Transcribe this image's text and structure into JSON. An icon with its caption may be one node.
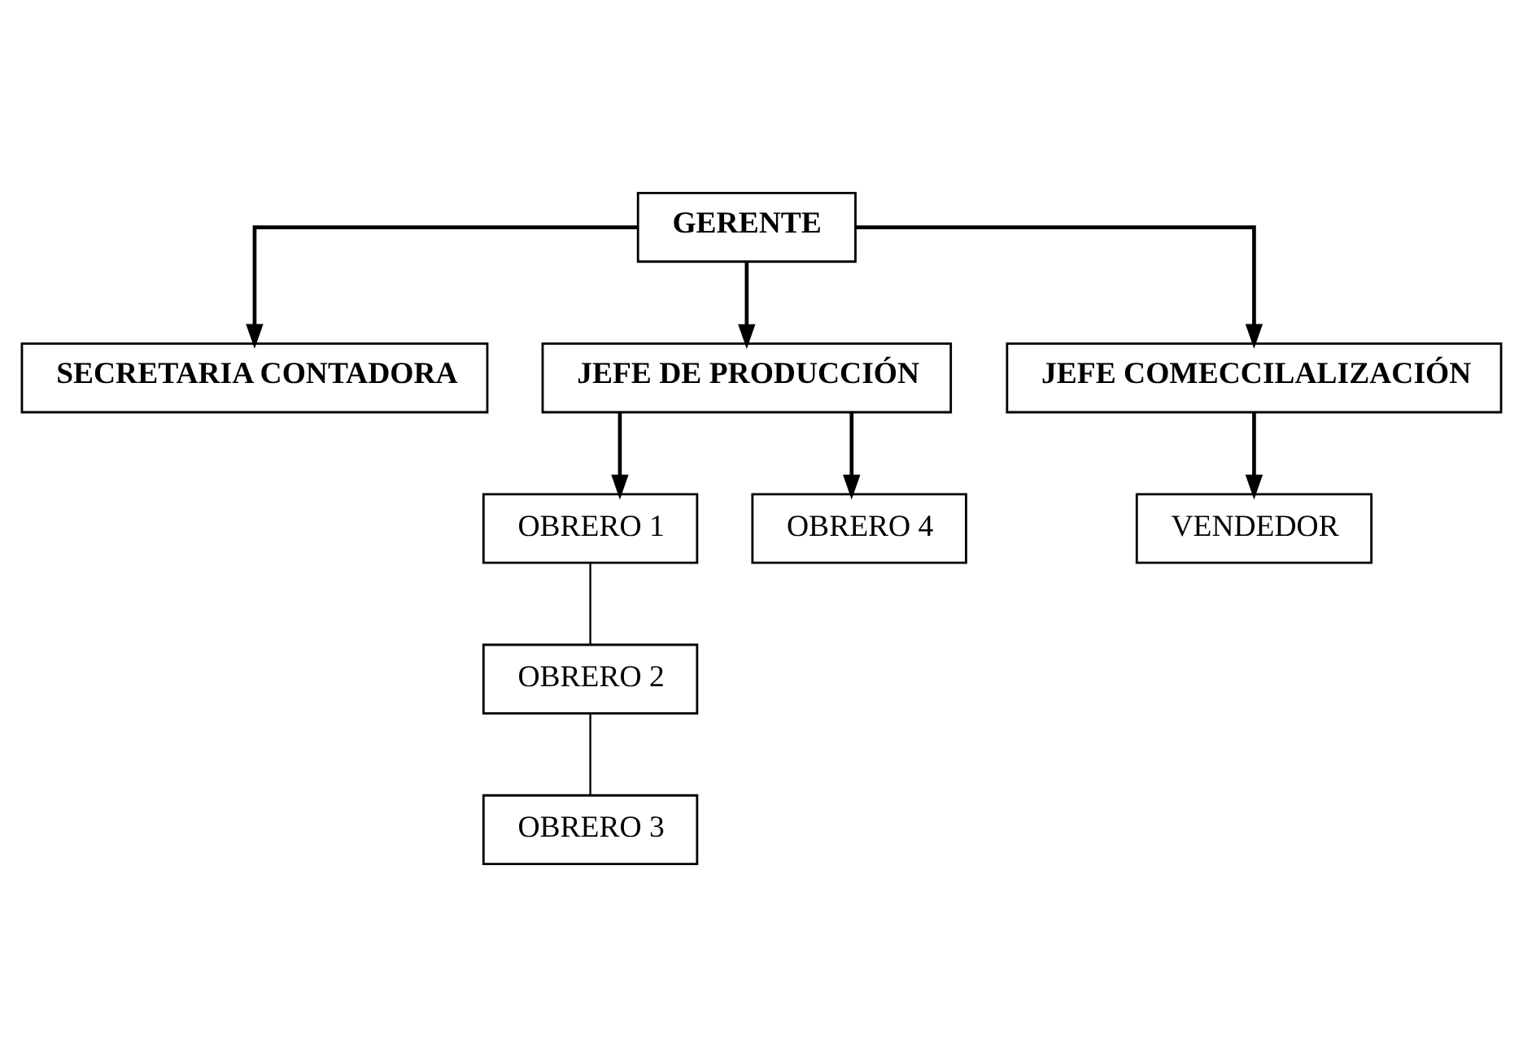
{
  "diagram": {
    "nodes": [
      {
        "text": [
          "GERENTE"
        ]
      },
      {
        "text": [
          "SECRETARIA CONTADORA"
        ]
      },
      {
        "text": [
          "JEFE DE PRODUCCIÓN"
        ]
      },
      {
        "text": [
          "JEFE COMECCILALIZACIÓN"
        ]
      },
      {
        "text": [
          "VENDEDOR"
        ]
      },
      {
        "text": [
          "OBRERO 1"
        ]
      },
      {
        "text": [
          "OBRERO 4"
        ]
      },
      {
        "text": [
          "OBRERO 2"
        ]
      },
      {
        "text": [
          "OBRERO 3"
        ]
      }
    ],
    "edges": [
      {
        "from": 0,
        "to": 1,
        "arrow": "to"
      },
      {
        "from": 0,
        "to": 2,
        "arrow": "to"
      },
      {
        "from": 0,
        "to": 3,
        "arrow": "to"
      },
      {
        "from": 3,
        "to": 4,
        "arrow": "to"
      },
      {
        "from": 2,
        "to": 5,
        "arrow": "to"
      },
      {
        "from": 2,
        "to": 6,
        "arrow": "to"
      },
      {
        "from": 5,
        "to": 7,
        "arrow": "none"
      },
      {
        "from": 7,
        "to": 8,
        "arrow": "none"
      }
    ]
  }
}
